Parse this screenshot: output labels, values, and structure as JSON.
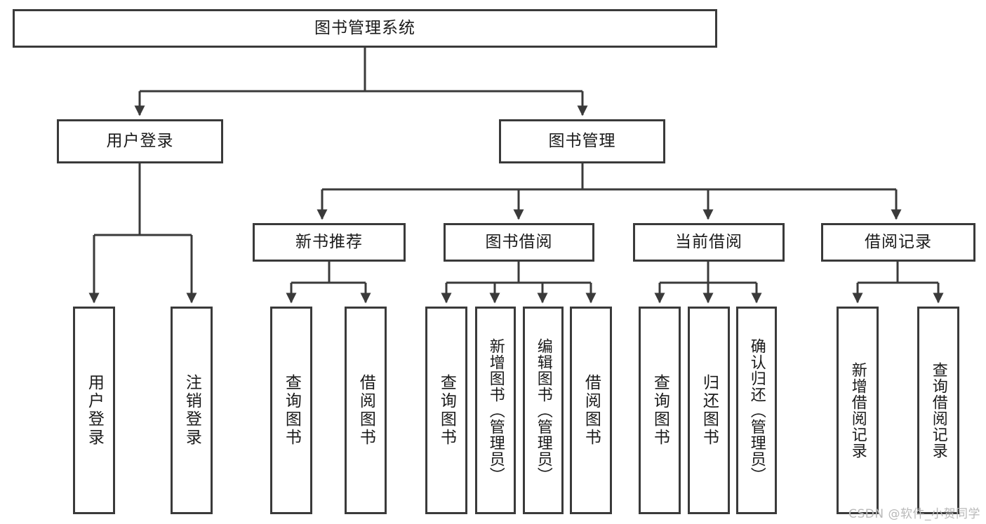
{
  "diagram": {
    "title": "图书管理系统",
    "type": "tree-hierarchy",
    "root": {
      "label": "图书管理系统",
      "id": "root"
    },
    "level2": [
      {
        "id": "user-login",
        "label": "用户登录"
      },
      {
        "id": "book-management",
        "label": "图书管理"
      }
    ],
    "level3": [
      {
        "id": "new-book-recommend",
        "label": "新书推荐",
        "parent": "book-management"
      },
      {
        "id": "book-borrow",
        "label": "图书借阅",
        "parent": "book-management"
      },
      {
        "id": "current-borrow",
        "label": "当前借阅",
        "parent": "book-management"
      },
      {
        "id": "borrow-record",
        "label": "借阅记录",
        "parent": "book-management"
      }
    ],
    "leaves": {
      "user_login": [
        {
          "id": "leaf-user-login",
          "label": "用户登录"
        },
        {
          "id": "leaf-user-logout",
          "label": "注销登录"
        }
      ],
      "new_book_recommend": [
        {
          "id": "leaf-query-book-1",
          "label": "查询图书"
        },
        {
          "id": "leaf-borrow-book-1",
          "label": "借阅图书"
        }
      ],
      "book_borrow": [
        {
          "id": "leaf-query-book-2",
          "label": "查询图书"
        },
        {
          "id": "leaf-add-book",
          "label": "新增图书（管理员）"
        },
        {
          "id": "leaf-edit-book",
          "label": "编辑图书（管理员）"
        },
        {
          "id": "leaf-borrow-book-2",
          "label": "借阅图书"
        }
      ],
      "current_borrow": [
        {
          "id": "leaf-query-book-3",
          "label": "查询图书"
        },
        {
          "id": "leaf-return-book",
          "label": "归还图书"
        },
        {
          "id": "leaf-confirm-return",
          "label": "确认归还（管理员）"
        }
      ],
      "borrow_record": [
        {
          "id": "leaf-add-record",
          "label": "新增借阅记录"
        },
        {
          "id": "leaf-query-record",
          "label": "查询借阅记录"
        }
      ]
    }
  },
  "watermark": {
    "text": "CSDN @软件_小贺同学"
  },
  "colors": {
    "border": "#3a3a3a",
    "background": "#ffffff",
    "text": "#1a1a1a",
    "watermark": "#b9b9b9"
  }
}
